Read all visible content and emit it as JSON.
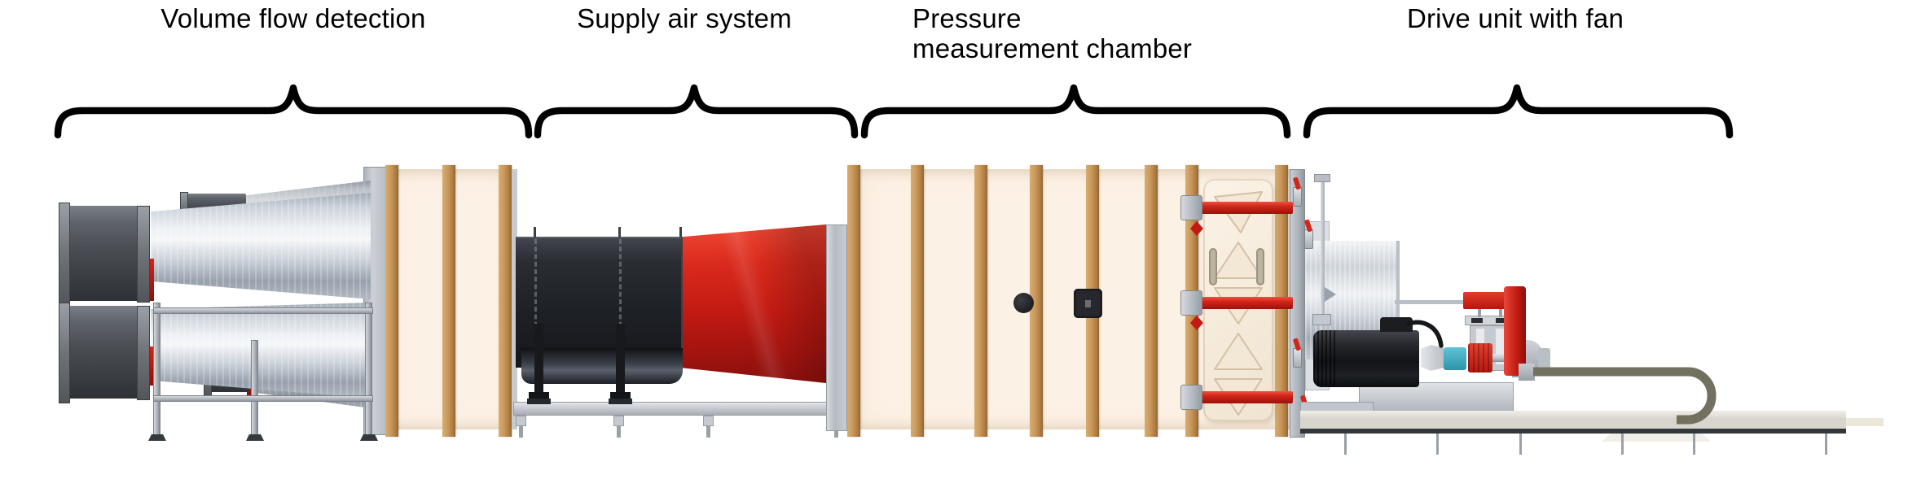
{
  "diagram": {
    "sections": [
      {
        "id": "volume-flow-detection",
        "label": "Volume flow detection"
      },
      {
        "id": "supply-air-system",
        "label": "Supply air system"
      },
      {
        "id": "pressure-measurement-chamber",
        "label": "Pressure measurement chamber"
      },
      {
        "id": "drive-unit-with-fan",
        "label": "Drive unit with fan"
      }
    ],
    "colors": {
      "background": "#ffffff",
      "label_text": "#000000",
      "brace": "#000000",
      "chamber_panel": "#fcf1e5",
      "wood_batten": "#c8965a",
      "accent_red": "#d02418",
      "duct_dark": "#1e2126",
      "metal_silver": "#ccd3db",
      "teal_coupling": "#3fa9bd",
      "pipe_olive": "#72715f"
    }
  }
}
